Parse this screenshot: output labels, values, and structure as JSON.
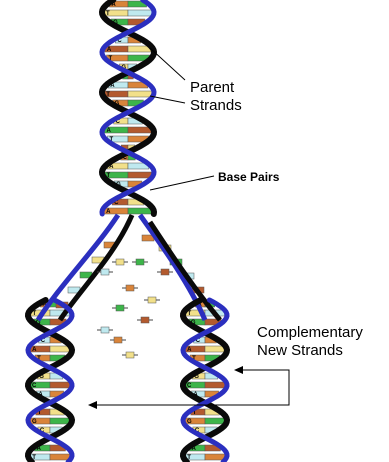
{
  "labels": {
    "parent_strands": [
      "Parent",
      "Strands"
    ],
    "base_pairs": "Base Pairs",
    "complementary_new_strands": [
      "Complementary",
      "New Strands"
    ]
  },
  "colors": {
    "strand_blue": "#2b2fbf",
    "strand_black": "#0a0a0a",
    "base_orange": "#d9843a",
    "base_yellow": "#f2e08a",
    "base_green": "#3db54a",
    "base_cyan": "#bfe9ef",
    "base_brown": "#b35a2e"
  },
  "base_letters": [
    "A",
    "T",
    "G",
    "C"
  ]
}
